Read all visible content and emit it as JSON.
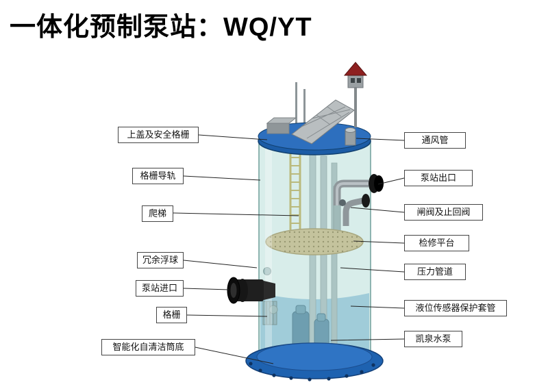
{
  "title": "一体化预制泵站：WQ/YT",
  "diagram": {
    "labels_left": [
      {
        "text": "上盖及安全格栅"
      },
      {
        "text": "格栅导轨"
      },
      {
        "text": "爬梯"
      },
      {
        "text": "冗余浮球"
      },
      {
        "text": "泵站进口"
      },
      {
        "text": "格栅"
      },
      {
        "text": "智能化自清洁筒底"
      }
    ],
    "labels_right": [
      {
        "text": "通风管"
      },
      {
        "text": "泵站出口"
      },
      {
        "text": "闸阀及止回阀"
      },
      {
        "text": "检修平台"
      },
      {
        "text": "压力管道"
      },
      {
        "text": "液位传感器保护套管"
      },
      {
        "text": "凯泉水泵"
      }
    ]
  },
  "colors": {
    "lid_blue": "#1c5ca6",
    "flange_blue": "#1e62b0",
    "tank_glass": "#a8d6d0",
    "platform_tan": "#dab273",
    "ladder_yellow": "#c9a23a",
    "roof_red": "#8e2020",
    "line_black": "#222222"
  }
}
